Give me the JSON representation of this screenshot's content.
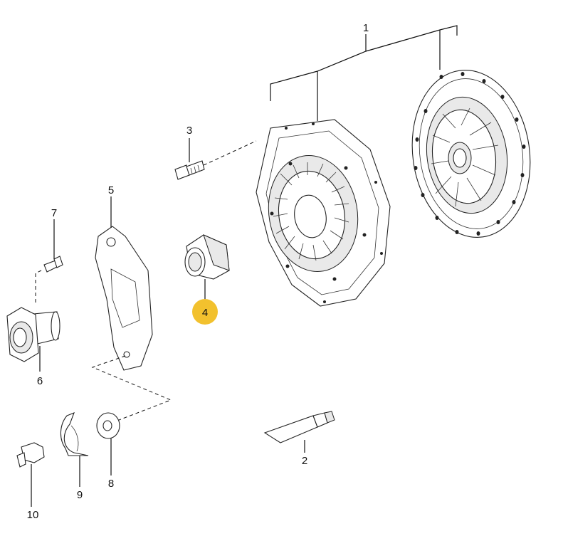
{
  "highlight_color": "#f2c12e",
  "labels": {
    "p1": "1",
    "p2": "2",
    "p3": "3",
    "p4": "4",
    "p5": "5",
    "p6": "6",
    "p7": "7",
    "p8": "8",
    "p9": "9",
    "p10": "10"
  },
  "highlighted_part": "4"
}
